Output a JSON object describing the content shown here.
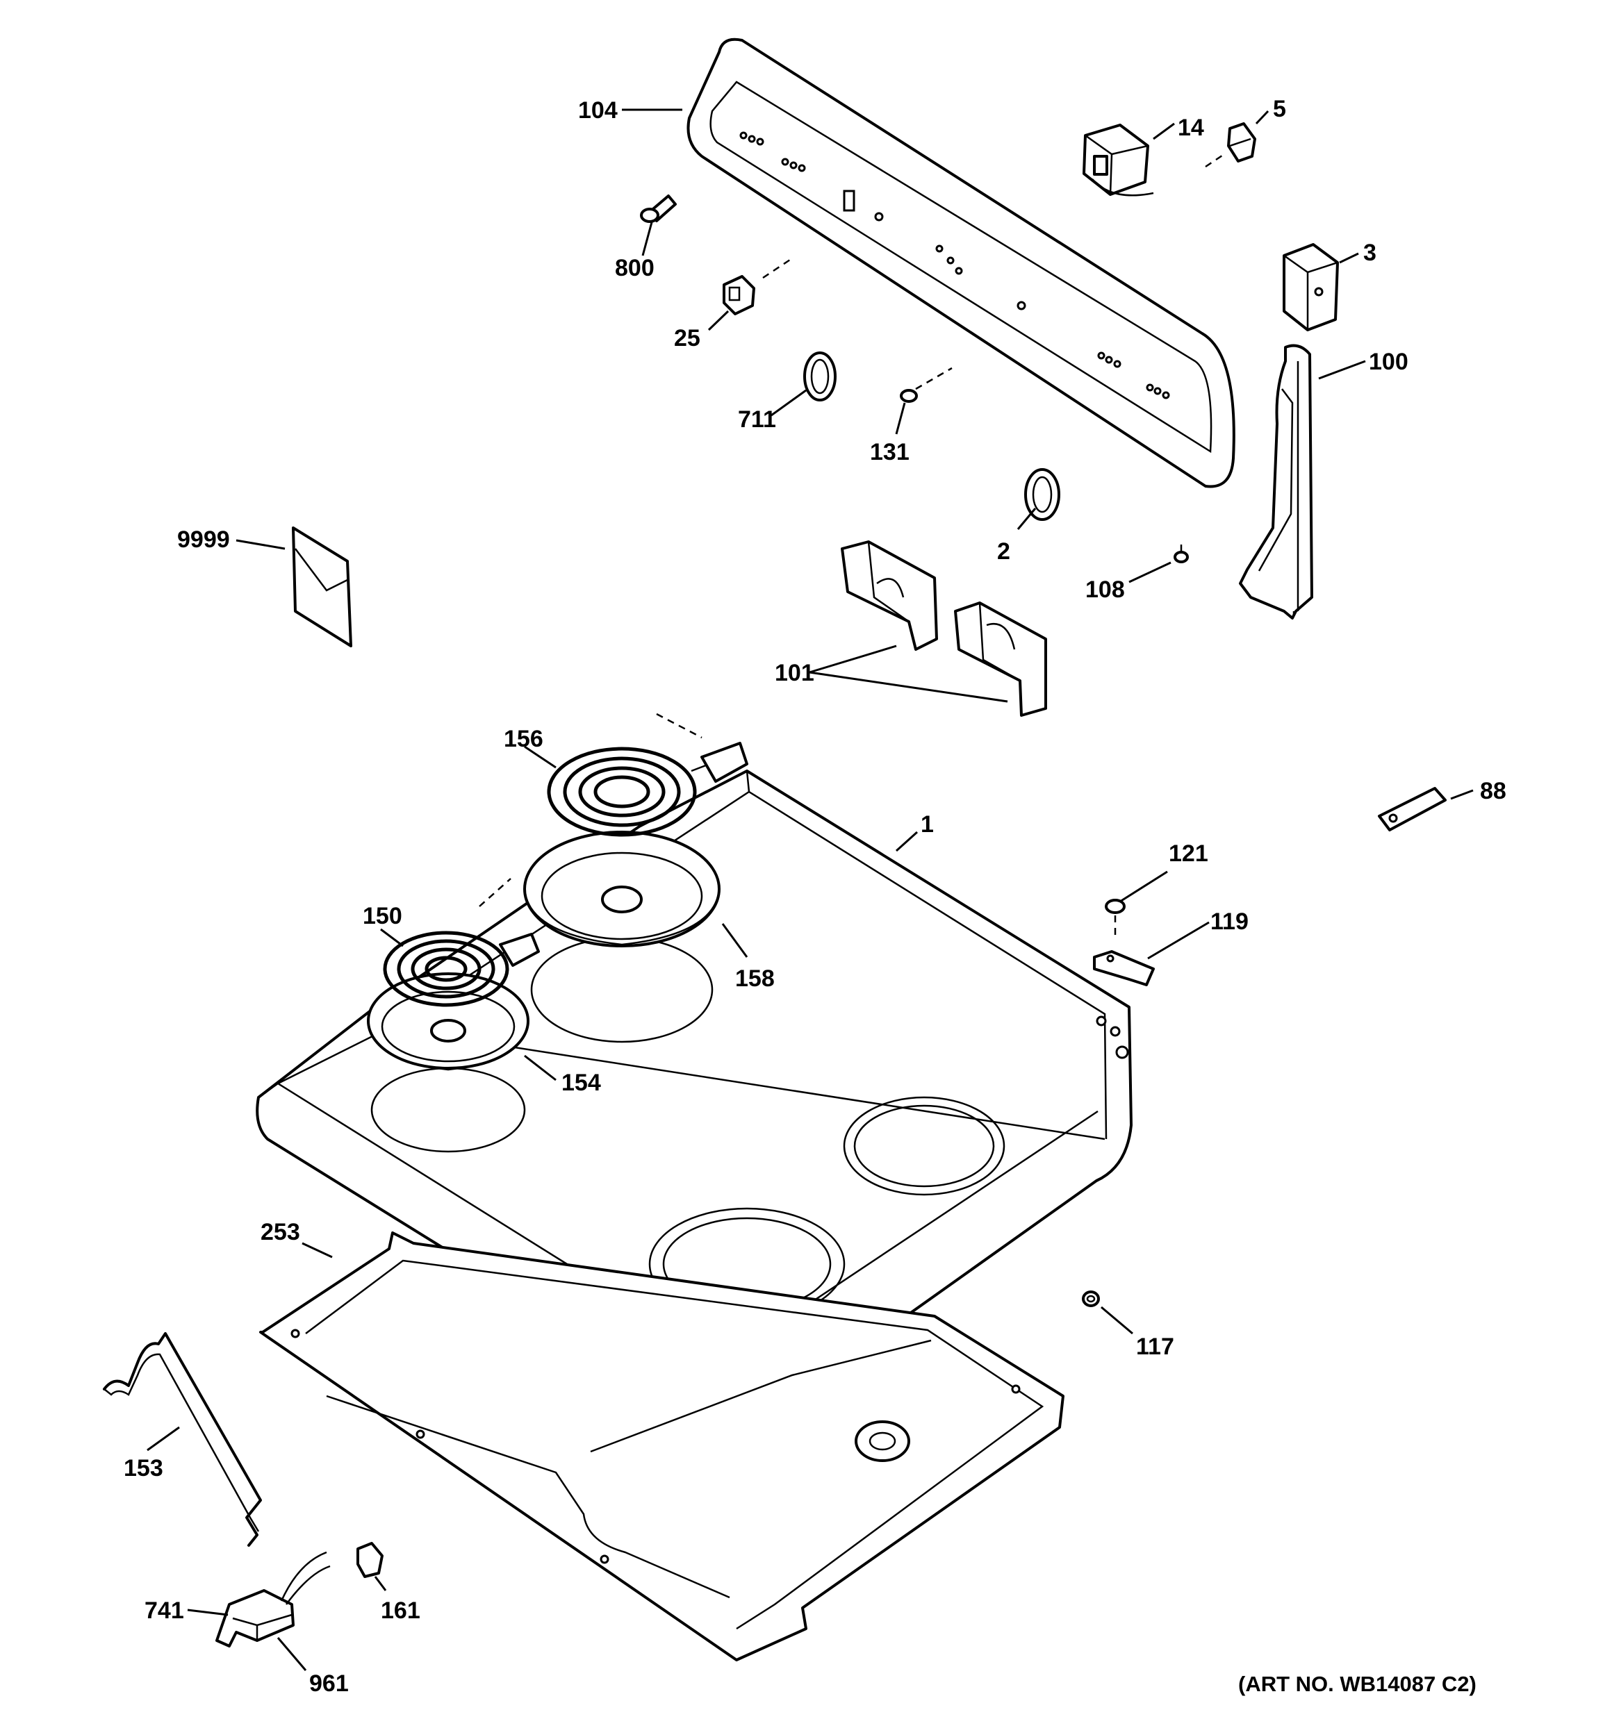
{
  "diagram": {
    "art_number": "(ART NO. WB14087 C2)",
    "labels": {
      "l104": "104",
      "l14": "14",
      "l5": "5",
      "l800": "800",
      "l25": "25",
      "l3": "3",
      "l100": "100",
      "l711": "711",
      "l131": "131",
      "l9999": "9999",
      "l2": "2",
      "l108": "108",
      "l101": "101",
      "l156": "156",
      "l1": "1",
      "l88": "88",
      "l121": "121",
      "l119": "119",
      "l150": "150",
      "l158": "158",
      "l154": "154",
      "l253": "253",
      "l117": "117",
      "l153": "153",
      "l741": "741",
      "l161": "161",
      "l961": "961"
    }
  }
}
